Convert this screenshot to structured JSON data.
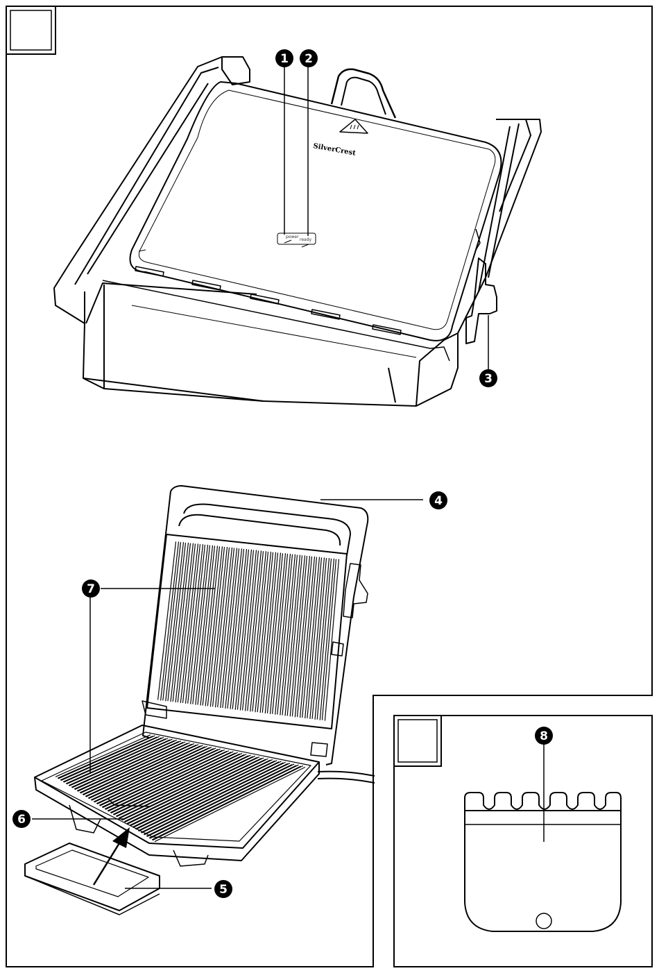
{
  "brand": "SilverCrest",
  "indicators": {
    "power": "power",
    "ready": "ready"
  },
  "callouts": {
    "c1": "1",
    "c2": "2",
    "c3": "3",
    "c4": "4",
    "c5": "5",
    "c6": "6",
    "c7": "7",
    "c8": "8"
  },
  "colors": {
    "line": "#000000",
    "background": "#ffffff",
    "callout_fill": "#000000"
  }
}
